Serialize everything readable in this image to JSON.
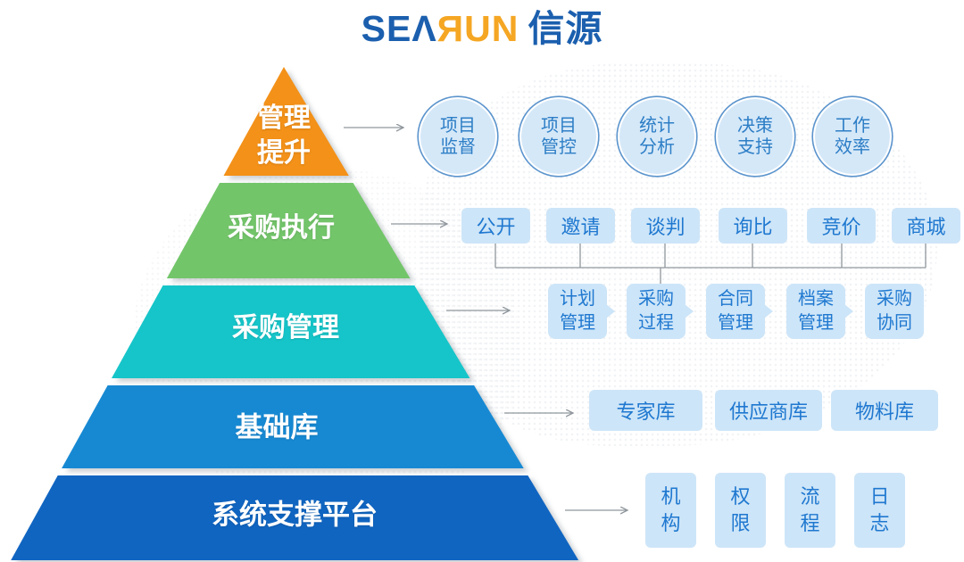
{
  "logo": {
    "text_blue_left": "SEΛ",
    "text_orange": "ЯUN",
    "text_blue_right": "信源"
  },
  "pyramid": {
    "levels": [
      {
        "line1": "管理",
        "line2": "提升",
        "label": "管理提升",
        "color": "#F39119"
      },
      {
        "label": "采购执行",
        "color": "#73C56A"
      },
      {
        "label": "采购管理",
        "color": "#16C5C9"
      },
      {
        "label": "基础库",
        "color": "#1789D3"
      },
      {
        "label": "系统支撑平台",
        "color": "#1065C1"
      }
    ]
  },
  "management_row": {
    "items": [
      {
        "line1": "项目",
        "line2": "监督"
      },
      {
        "line1": "项目",
        "line2": "管控"
      },
      {
        "line1": "统计",
        "line2": "分析"
      },
      {
        "line1": "决策",
        "line2": "支持"
      },
      {
        "line1": "工作",
        "line2": "效率"
      }
    ]
  },
  "execution_row": {
    "items": [
      "公开",
      "邀请",
      "谈判",
      "询比",
      "竞价",
      "商城"
    ]
  },
  "procurement_row": {
    "items": [
      {
        "line1": "计划",
        "line2": "管理"
      },
      {
        "line1": "采购",
        "line2": "过程"
      },
      {
        "line1": "合同",
        "line2": "管理"
      },
      {
        "line1": "档案",
        "line2": "管理"
      },
      {
        "line1": "采购",
        "line2": "协同"
      }
    ]
  },
  "base_row": {
    "items": [
      "专家库",
      "供应商库",
      "物料库"
    ]
  },
  "platform_row": {
    "items": [
      {
        "line1": "机",
        "line2": "构"
      },
      {
        "line1": "权",
        "line2": "限"
      },
      {
        "line1": "流",
        "line2": "程"
      },
      {
        "line1": "日",
        "line2": "志"
      }
    ]
  },
  "colors": {
    "chip_background": "#CDE5F8",
    "chip_text": "#1F78D0",
    "circle_fill": "#D5E8F8",
    "circle_border": "#5B94CD",
    "connector": "#8F969C",
    "logo_blue": "#1B5FAE",
    "logo_orange": "#F5A623",
    "level_text": "#FFFFFF"
  }
}
